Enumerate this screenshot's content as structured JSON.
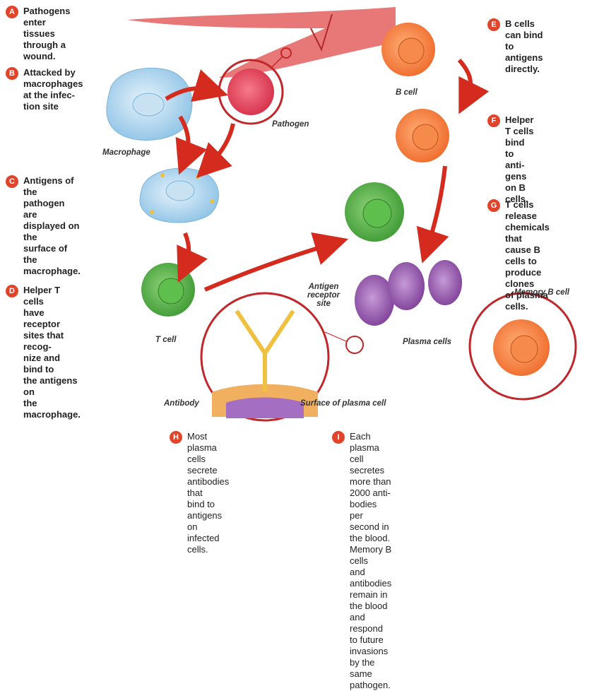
{
  "steps": [
    {
      "letter": "A",
      "text": "Pathogens enter tissues\nthrough a wound."
    },
    {
      "letter": "B",
      "text": "Attacked by\nmacrophages\nat the infec-\ntion site"
    },
    {
      "letter": "C",
      "text": "Antigens of the\npathogen are\ndisplayed on the\nsurface of the\nmacrophage."
    },
    {
      "letter": "D",
      "text": "Helper T cells\nhave receptor\nsites that recog-\nnize and bind to\nthe antigens on\nthe macrophage."
    },
    {
      "letter": "E",
      "text": "B cells can bind\nto antigens\ndirectly."
    },
    {
      "letter": "F",
      "text": "Helper T cells\nbind to anti-\ngens on B cells."
    },
    {
      "letter": "G",
      "text": "T cells release\nchemicals that\ncause B cells to\nproduce clones\nof plasma cells."
    },
    {
      "letter": "H",
      "text": "Most plasma cells\nsecrete antibodies that\nbind to antigens on\ninfected cells."
    },
    {
      "letter": "I",
      "text": "Each plasma cell secretes more than 2000 anti-\nbodies per second in the blood. Memory B cells\nand antibodies remain in the blood and respond\nto future invasions by the same pathogen."
    }
  ],
  "labels": {
    "pathogen": "Pathogen",
    "macrophage": "Macrophage",
    "b_cell": "B cell",
    "t_cell": "T cell",
    "antigen_receptor_site": "Antigen\nreceptor\nsite",
    "plasma_cells": "Plasma cells",
    "memory_b_cell": "Memory B cell",
    "antibody": "Antibody",
    "surface_of_plasma_cell": "Surface of plasma cell"
  },
  "colors": {
    "badge": "#e0452b",
    "arrow": "#d42b1e",
    "macrophage": "#a9d3ee",
    "pathogen": "#e8455a",
    "b_cell": "#f27a3a",
    "t_cell": "#4fae3f",
    "plasma_cell": "#9a5fb0",
    "antigen": "#f0c040",
    "wound": "#e04a4a"
  }
}
